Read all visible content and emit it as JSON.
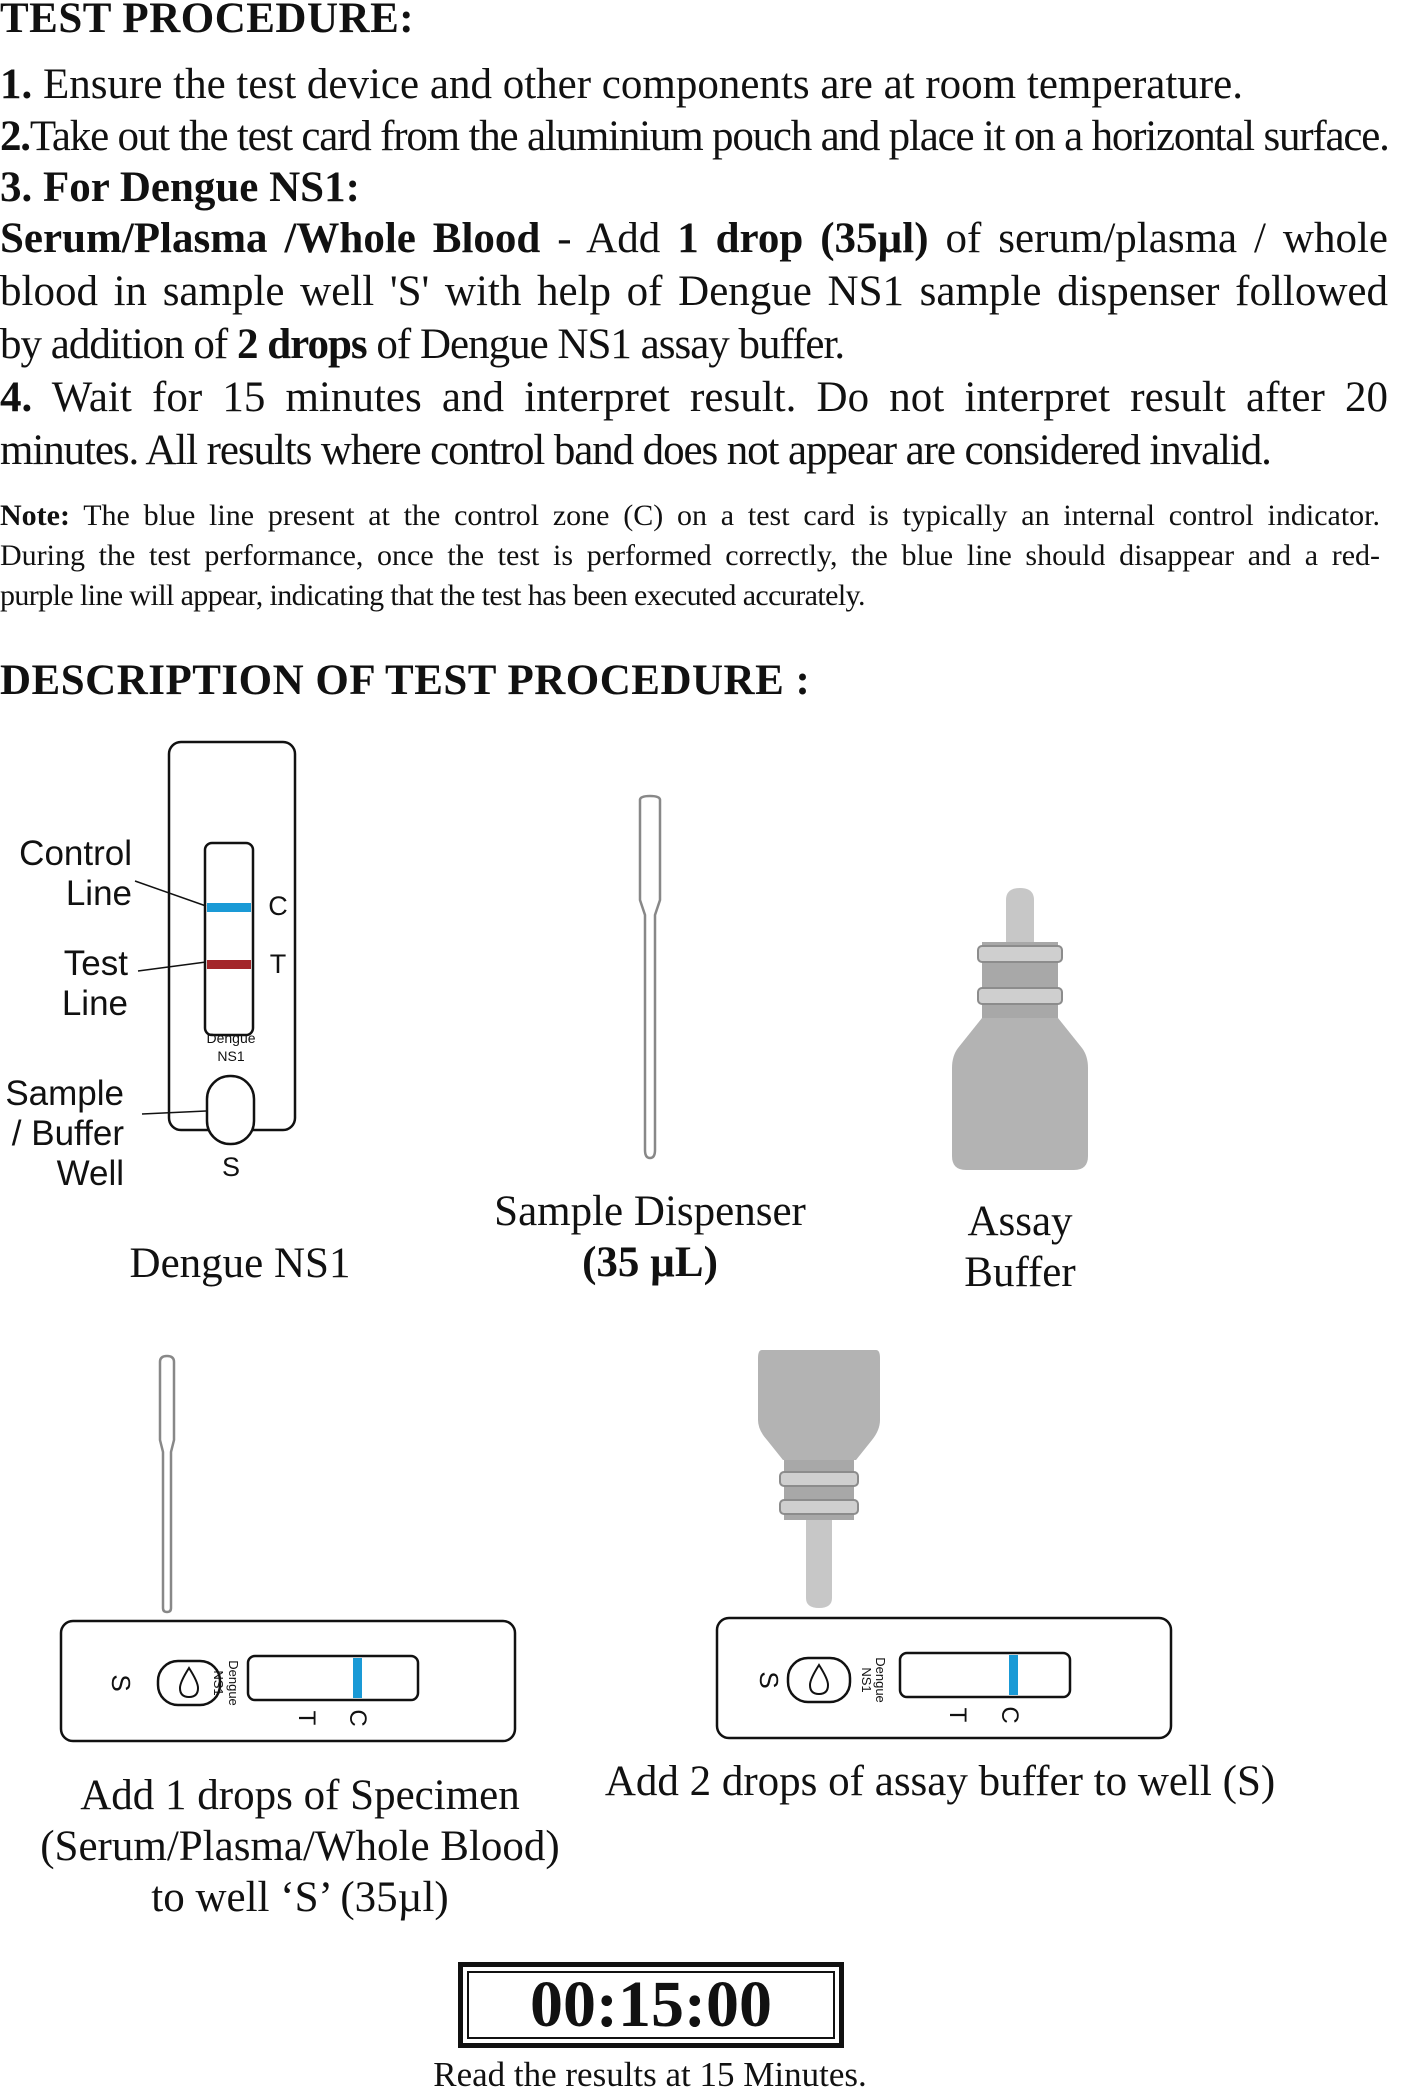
{
  "procedure": {
    "heading": "TEST PROCEDURE:",
    "step1_num": "1.",
    "step1_text": "Ensure the test device and other components are at room temperature.",
    "step2_num": "2.",
    "step2_text": "Take out the test card from the aluminium pouch and place it on a horizontal surface.",
    "step3_title": "3. For Dengue NS1:",
    "step3_sample_types": "Serum/Plasma /Whole Blood",
    "step3_t1": " - Add ",
    "step3_b1": "1 drop (35µl)",
    "step3_t2": " of serum/plasma / whole",
    "step3_t3": "blood in sample well 'S' with help of Dengue NS1 sample dispenser followed",
    "step3_t4": "by addition of ",
    "step3_b2": "2 drops",
    "step3_t5": " of Dengue NS1 assay buffer.",
    "step4_num": "4.",
    "step4_line1": "Wait for 15 minutes and interpret result. Do not interpret result after 20",
    "step4_line2": "minutes. All results where control band does not appear are considered invalid.",
    "note_label": "Note:",
    "note_line1": " The blue line present at the control zone (C) on a test card is typically an internal control indicator.",
    "note_line2": "During the test performance, once the test is performed correctly, the blue line should disappear and a red-",
    "note_line3": "purple line will appear, indicating that the test has been executed accurately."
  },
  "description": {
    "heading": "DESCRIPTION OF  TEST PROCEDURE :",
    "card": {
      "control_label_1": "Control",
      "control_label_2": "Line",
      "test_label_1": "Test",
      "test_label_2": "Line",
      "well_label_1": "Sample",
      "well_label_2": "/ Buffer",
      "well_label_3": "Well",
      "mark_c": "C",
      "mark_t": "T",
      "mark_s": "S",
      "device_text_1": "Dengue",
      "device_text_2": "NS1",
      "caption": "Dengue NS1"
    },
    "dispenser": {
      "caption_1": "Sample Dispenser",
      "caption_2": "(35 µL)"
    },
    "buffer": {
      "caption_1": "Assay",
      "caption_2": "Buffer"
    },
    "step_specimen": {
      "caption_1": "Add 1 drops of Specimen",
      "caption_2": "(Serum/Plasma/Whole Blood)",
      "caption_3": "to well ‘S’ (35µl)"
    },
    "step_buffer": {
      "caption": "Add 2 drops of assay buffer to well (S)"
    },
    "timer": {
      "value": "00:15:00",
      "caption": "Read the results at 15 Minutes."
    }
  },
  "colors": {
    "control_line": "#1a9ad6",
    "test_line": "#a3262a",
    "device_gray": "#b3b3b3",
    "ink": "#111111"
  }
}
